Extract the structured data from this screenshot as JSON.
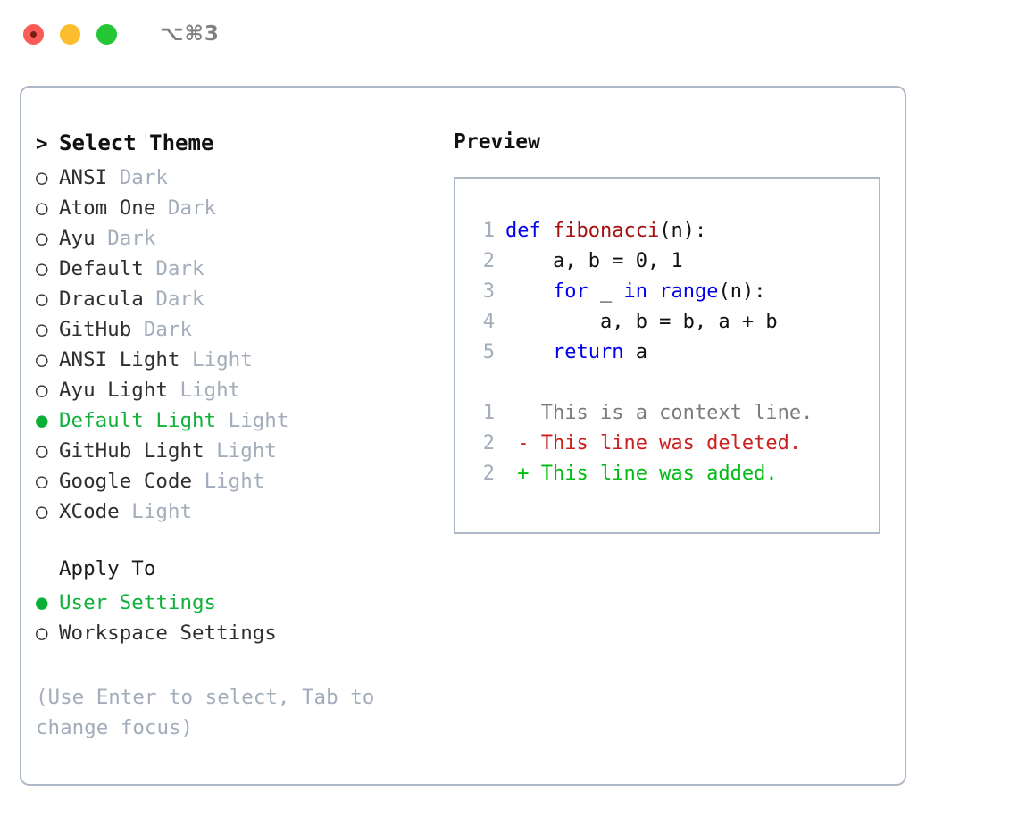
{
  "titlebar": {
    "shortcut": "⌥⌘3",
    "lights": [
      "close",
      "minimize",
      "maximize"
    ]
  },
  "theme_picker": {
    "heading": "Select Theme",
    "heading_prefix": ">",
    "bullet_unselected": "○",
    "bullet_selected": "●",
    "selected_index": 8,
    "items": [
      {
        "name": "ANSI",
        "category": "Dark",
        "selected": false
      },
      {
        "name": "Atom One",
        "category": "Dark",
        "selected": false
      },
      {
        "name": "Ayu",
        "category": "Dark",
        "selected": false
      },
      {
        "name": "Default",
        "category": "Dark",
        "selected": false
      },
      {
        "name": "Dracula",
        "category": "Dark",
        "selected": false
      },
      {
        "name": "GitHub",
        "category": "Dark",
        "selected": false
      },
      {
        "name": "ANSI Light",
        "category": "Light",
        "selected": false
      },
      {
        "name": "Ayu Light",
        "category": "Light",
        "selected": false
      },
      {
        "name": "Default Light",
        "category": "Light",
        "selected": true
      },
      {
        "name": "GitHub Light",
        "category": "Light",
        "selected": false
      },
      {
        "name": "Google Code",
        "category": "Light",
        "selected": false
      },
      {
        "name": "XCode",
        "category": "Light",
        "selected": false
      }
    ]
  },
  "apply_to": {
    "heading": "Apply To",
    "options": [
      {
        "label": "User Settings",
        "selected": true
      },
      {
        "label": "Workspace Settings",
        "selected": false
      }
    ]
  },
  "hint": {
    "text": "(Use Enter to select, Tab to change focus)"
  },
  "preview": {
    "title": "Preview",
    "code_lines": [
      {
        "lineno": "1",
        "tokens": [
          {
            "text": "def ",
            "kind": "kw"
          },
          {
            "text": "fibonacci",
            "kind": "fn"
          },
          {
            "text": "(n):",
            "kind": "plain"
          }
        ]
      },
      {
        "lineno": "2",
        "tokens": [
          {
            "text": "    a, b = 0, 1",
            "kind": "plain"
          }
        ]
      },
      {
        "lineno": "3",
        "tokens": [
          {
            "text": "    ",
            "kind": "plain"
          },
          {
            "text": "for",
            "kind": "kw"
          },
          {
            "text": " _ ",
            "kind": "plain"
          },
          {
            "text": "in",
            "kind": "kw"
          },
          {
            "text": " ",
            "kind": "plain"
          },
          {
            "text": "range",
            "kind": "kw"
          },
          {
            "text": "(n):",
            "kind": "plain"
          }
        ]
      },
      {
        "lineno": "4",
        "tokens": [
          {
            "text": "        a, b = b, a + b",
            "kind": "plain"
          }
        ]
      },
      {
        "lineno": "5",
        "tokens": [
          {
            "text": "    ",
            "kind": "plain"
          },
          {
            "text": "return",
            "kind": "kw"
          },
          {
            "text": " a",
            "kind": "plain"
          }
        ]
      }
    ],
    "diff_lines": [
      {
        "lineno": "1",
        "marker": " ",
        "text": "This is a context line.",
        "kind": "ctx"
      },
      {
        "lineno": "2",
        "marker": "-",
        "text": "This line was deleted.",
        "kind": "del"
      },
      {
        "lineno": "2",
        "marker": "+",
        "text": "This line was added.",
        "kind": "add"
      }
    ]
  },
  "colors": {
    "accent_green": "#12b13c",
    "bullet_green": "#0aaf38",
    "muted_gray": "#a3adbb",
    "border": "#adb8c6",
    "keyword_blue": "#0000ee",
    "function_red": "#a50f0f",
    "diff_del_red": "#cc2020",
    "diff_add_green": "#00bb11",
    "diff_ctx_gray": "#7b7b7b",
    "light_close": "#fb5b56",
    "light_min": "#fcbe2e",
    "light_max": "#25c636"
  }
}
